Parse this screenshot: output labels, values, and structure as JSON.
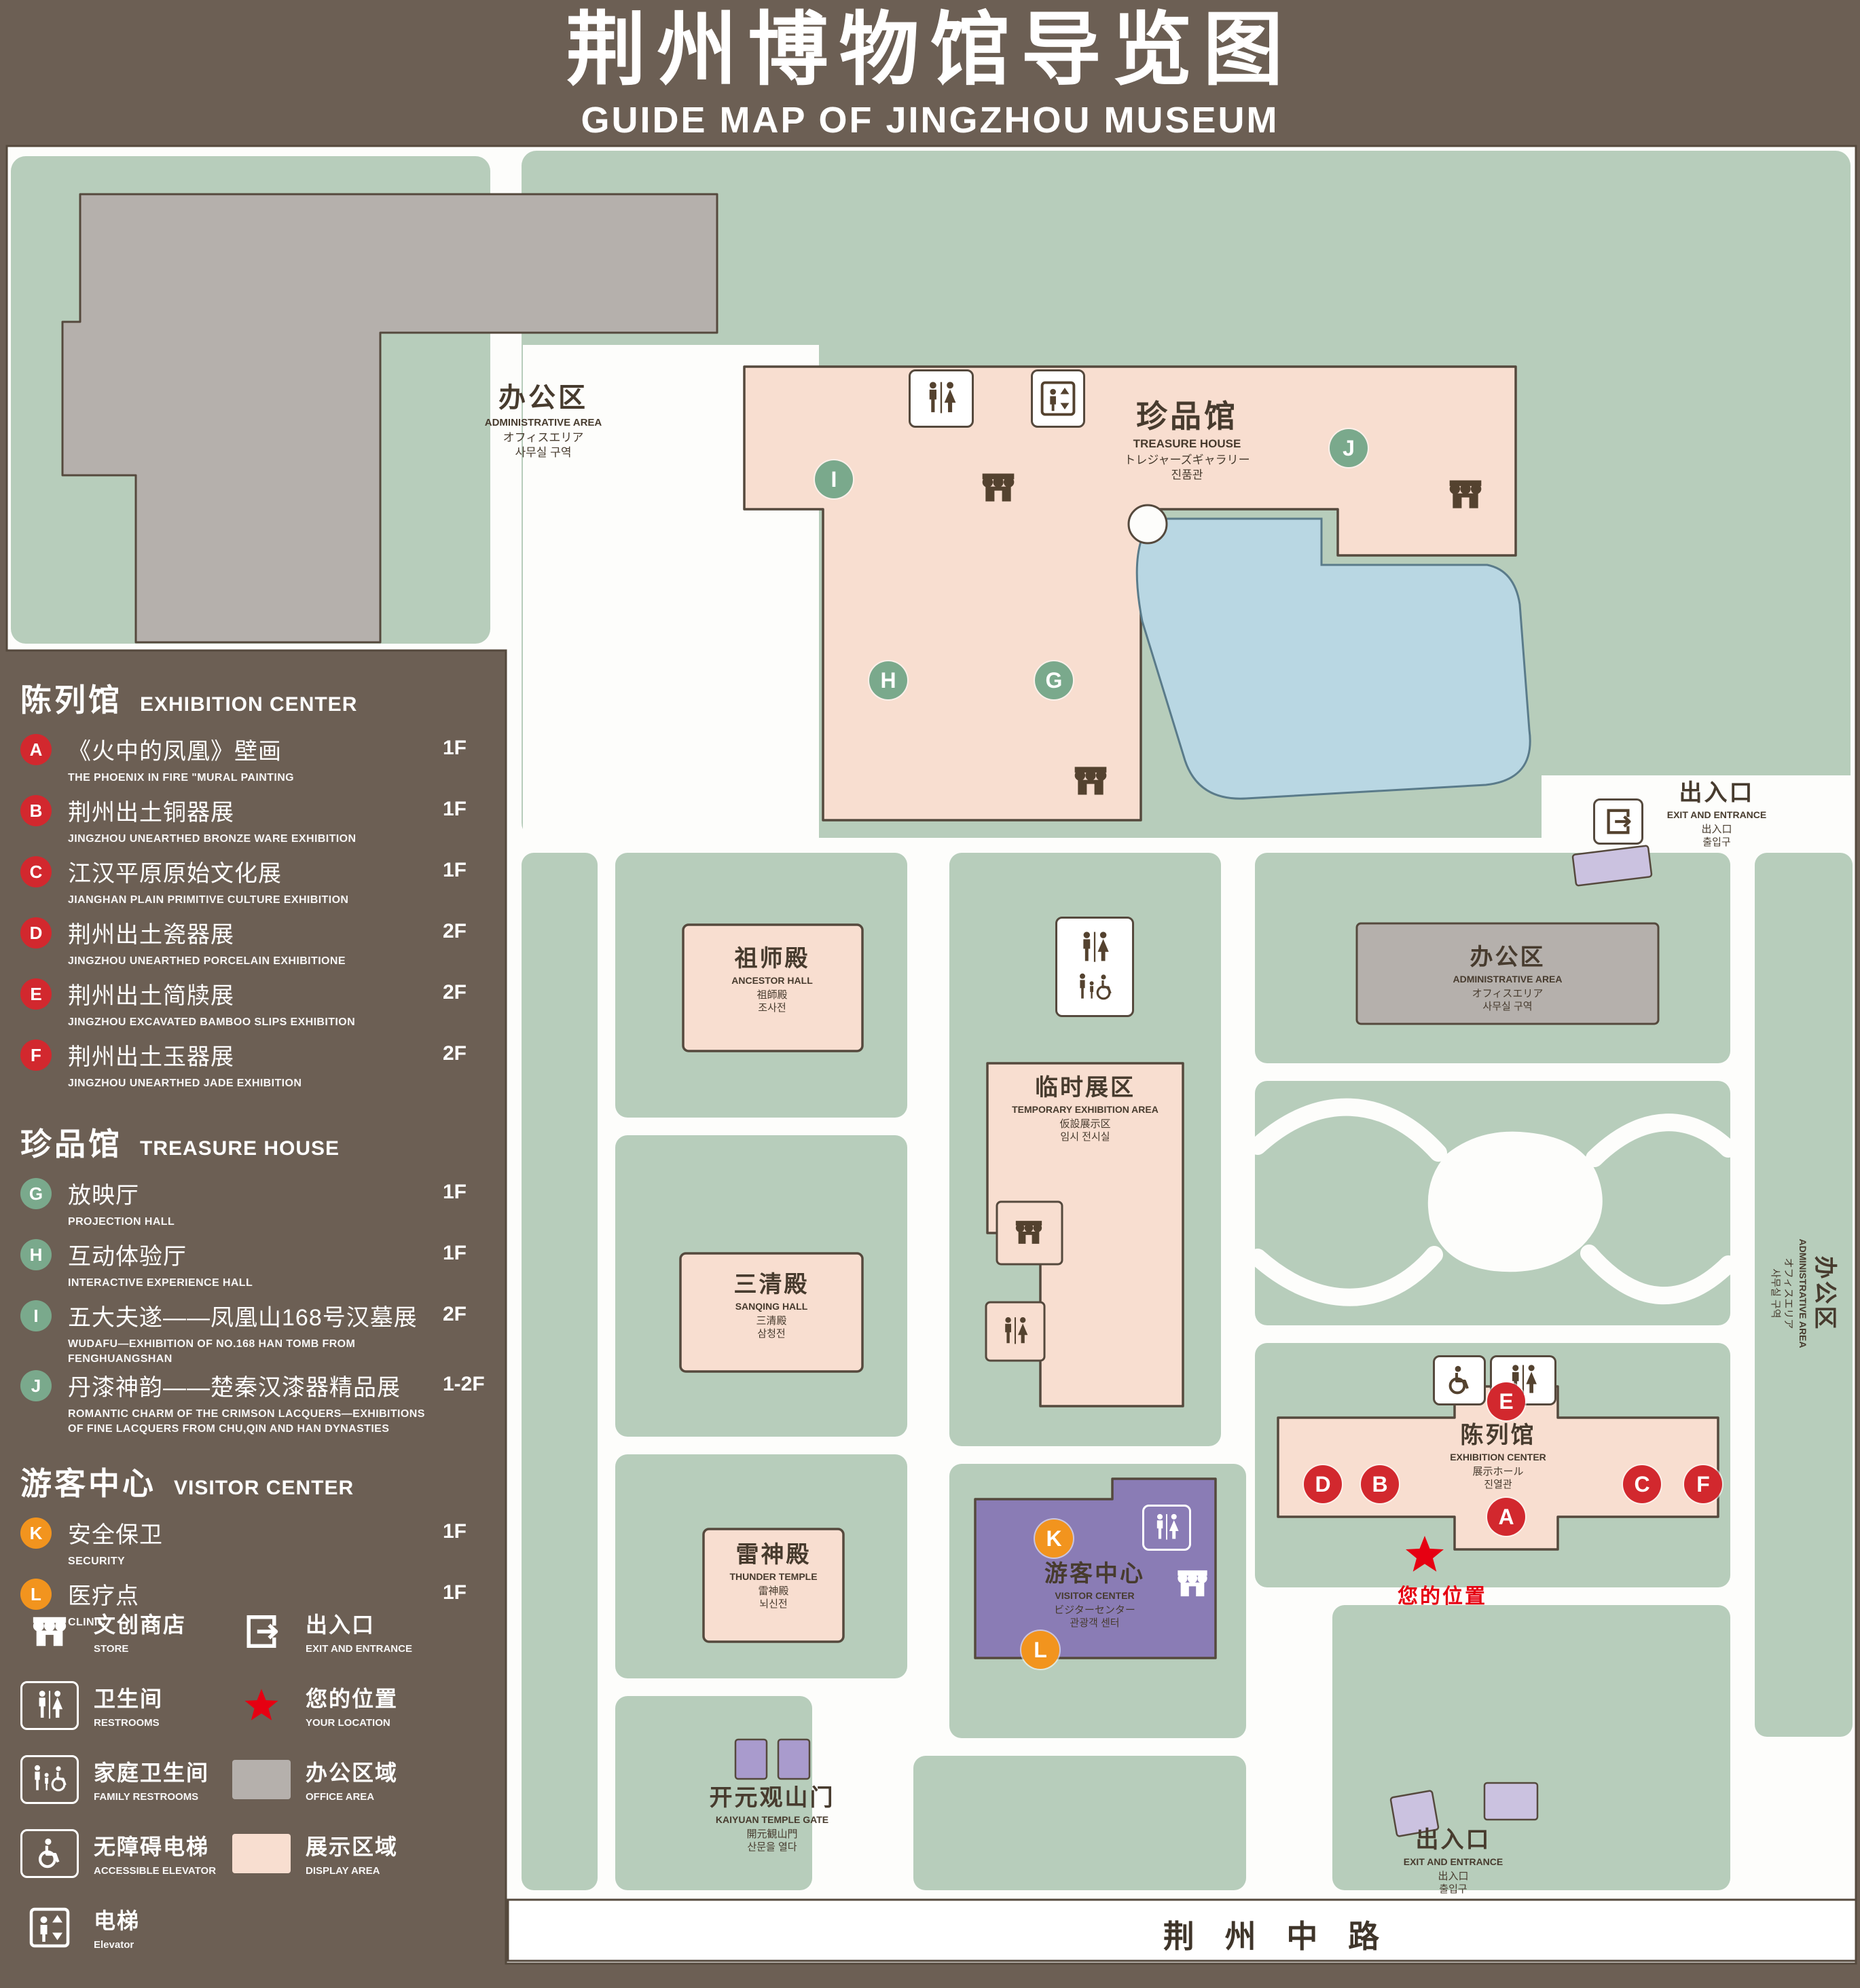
{
  "title": {
    "zh": "荆州博物馆导览图",
    "en": "GUIDE MAP OF JINGZHOU MUSEUM"
  },
  "colors": {
    "background": "#6c5f54",
    "landscape_green": "#b7cdbb",
    "display_area_pink": "#f8ded0",
    "office_area_gray": "#b5b0ac",
    "water_blue": "#b9d7e3",
    "visitor_center_purple": "#8a7cb5",
    "entrance_purple": "#cbc2e0",
    "exhibition_marker_red": "#d2282e",
    "treasure_marker_green": "#7aa98c",
    "visitor_marker_orange": "#f2941e",
    "location_red": "#e60012"
  },
  "legend": {
    "sections": [
      {
        "title_zh": "陈列馆",
        "title_en": "EXHIBITION CENTER",
        "items": [
          {
            "letter": "A",
            "zh": "《火中的凤凰》壁画",
            "en": "THE PHOENIX IN FIRE \"MURAL PAINTING",
            "floor": "1F"
          },
          {
            "letter": "B",
            "zh": "荆州出土铜器展",
            "en": "JINGZHOU UNEARTHED BRONZE WARE EXHIBITION",
            "floor": "1F"
          },
          {
            "letter": "C",
            "zh": "江汉平原原始文化展",
            "en": "JIANGHAN PLAIN PRIMITIVE CULTURE EXHIBITION",
            "floor": "1F"
          },
          {
            "letter": "D",
            "zh": "荆州出土瓷器展",
            "en": "JINGZHOU UNEARTHED PORCELAIN EXHIBITIONE",
            "floor": "2F"
          },
          {
            "letter": "E",
            "zh": "荆州出土简牍展",
            "en": "JINGZHOU EXCAVATED BAMBOO SLIPS EXHIBITION",
            "floor": "2F"
          },
          {
            "letter": "F",
            "zh": "荆州出土玉器展",
            "en": "JINGZHOU UNEARTHED JADE EXHIBITION",
            "floor": "2F"
          }
        ]
      },
      {
        "title_zh": "珍品馆",
        "title_en": "TREASURE HOUSE",
        "items": [
          {
            "letter": "G",
            "zh": "放映厅",
            "en": "PROJECTION HALL",
            "floor": "1F"
          },
          {
            "letter": "H",
            "zh": "互动体验厅",
            "en": "INTERACTIVE EXPERIENCE HALL",
            "floor": "1F"
          },
          {
            "letter": "I",
            "zh": "五大夫遂——凤凰山168号汉墓展",
            "en": "WUDAFU—EXHIBITION OF NO.168 HAN TOMB FROM FENGHUANGSHAN",
            "floor": "2F"
          },
          {
            "letter": "J",
            "zh": "丹漆神韵——楚秦汉漆器精品展",
            "en": "ROMANTIC CHARM OF THE CRIMSON LACQUERS—EXHIBITIONS OF FINE LACQUERS FROM CHU,QIN AND HAN DYNASTIES",
            "floor": "1-2F"
          }
        ]
      },
      {
        "title_zh": "游客中心",
        "title_en": "VISITOR CENTER",
        "items": [
          {
            "letter": "K",
            "zh": "安全保卫",
            "en": "SECURITY",
            "floor": "1F"
          },
          {
            "letter": "L",
            "zh": "医疗点",
            "en": "CLINIC",
            "floor": "1F"
          }
        ]
      }
    ],
    "symbols": [
      {
        "icon": "store-icon",
        "zh": "文创商店",
        "en": "STORE"
      },
      {
        "icon": "exit-icon",
        "zh": "出入口",
        "en": "EXIT AND ENTRANCE"
      },
      {
        "icon": "restroom-icon",
        "zh": "卫生间",
        "en": "RESTROOMS"
      },
      {
        "icon": "location-star-icon",
        "zh": "您的位置",
        "en": "YOUR LOCATION"
      },
      {
        "icon": "family-restroom-icon",
        "zh": "家庭卫生间",
        "en": "FAMILY RESTROOMS"
      },
      {
        "icon": "office-area-swatch",
        "zh": "办公区域",
        "en": "OFFICE AREA"
      },
      {
        "icon": "accessible-elevator-icon",
        "zh": "无障碍电梯",
        "en": "ACCESSIBLE ELEVATOR"
      },
      {
        "icon": "display-area-swatch",
        "zh": "展示区域",
        "en": "DISPLAY AREA"
      },
      {
        "icon": "elevator-icon",
        "zh": "电梯",
        "en": "Elevator"
      }
    ]
  },
  "map": {
    "buildings": {
      "admin_top_left": {
        "zh": "办公区",
        "en": "ADMINISTRATIVE AREA",
        "ja": "オフィスエリア",
        "ko": "사무실 구역"
      },
      "treasure_house": {
        "zh": "珍品馆",
        "en": "TREASURE HOUSE",
        "ja": "トレジャーズギャラリー",
        "ko": "진품관"
      },
      "ancestor_hall": {
        "zh": "祖师殿",
        "en": "ANCESTOR HALL",
        "ja": "祖師殿",
        "ko": "조사전"
      },
      "temporary_exhibition": {
        "zh": "临时展区",
        "en": "TEMPORARY EXHIBITION AREA",
        "ja": "仮設展示区",
        "ko": "임시 전시실"
      },
      "sanqing_hall": {
        "zh": "三清殿",
        "en": "SANQING HALL",
        "ja": "三清殿",
        "ko": "삼청전"
      },
      "thunder_temple": {
        "zh": "雷神殿",
        "en": "THUNDER TEMPLE",
        "ja": "雷神殿",
        "ko": "뇌신전"
      },
      "visitor_center": {
        "zh": "游客中心",
        "en": "VISITOR CENTER",
        "ja": "ビジターセンター",
        "ko": "관광객 센터"
      },
      "exhibition_center": {
        "zh": "陈列馆",
        "en": "EXHIBITION CENTER",
        "ja": "展示ホール",
        "ko": "진열관"
      },
      "admin_right": {
        "zh": "办公区",
        "en": "ADMINISTRATIVE AREA",
        "ja": "オフィスエリア",
        "ko": "사무실 구역"
      },
      "admin_far_right": {
        "zh": "办公区",
        "en": "ADMINISTRATIVE AREA",
        "ja": "オフィスエリア",
        "ko": "사무실 구역"
      },
      "exit_right": {
        "zh": "出入口",
        "en": "EXIT AND ENTRANCE",
        "ja": "出入口",
        "ko": "출입구"
      },
      "exit_bottom": {
        "zh": "出入口",
        "en": "EXIT AND ENTRANCE",
        "ja": "出入口",
        "ko": "출입구"
      },
      "kaiyuan_gate": {
        "zh": "开元观山门",
        "en": "KAIYUAN TEMPLE GATE",
        "ja": "開元観山門",
        "ko": "산문을 열다"
      },
      "your_location": {
        "zh": "您的位置"
      },
      "road": {
        "zh": "荆 州 中 路"
      }
    },
    "markers": [
      {
        "letter": "A",
        "area": "exhibition-center"
      },
      {
        "letter": "B",
        "area": "exhibition-center"
      },
      {
        "letter": "C",
        "area": "exhibition-center"
      },
      {
        "letter": "D",
        "area": "exhibition-center"
      },
      {
        "letter": "E",
        "area": "exhibition-center"
      },
      {
        "letter": "F",
        "area": "exhibition-center"
      },
      {
        "letter": "G",
        "area": "treasure-house"
      },
      {
        "letter": "H",
        "area": "treasure-house"
      },
      {
        "letter": "I",
        "area": "treasure-house"
      },
      {
        "letter": "J",
        "area": "treasure-house"
      },
      {
        "letter": "K",
        "area": "visitor-center"
      },
      {
        "letter": "L",
        "area": "visitor-center"
      }
    ]
  }
}
